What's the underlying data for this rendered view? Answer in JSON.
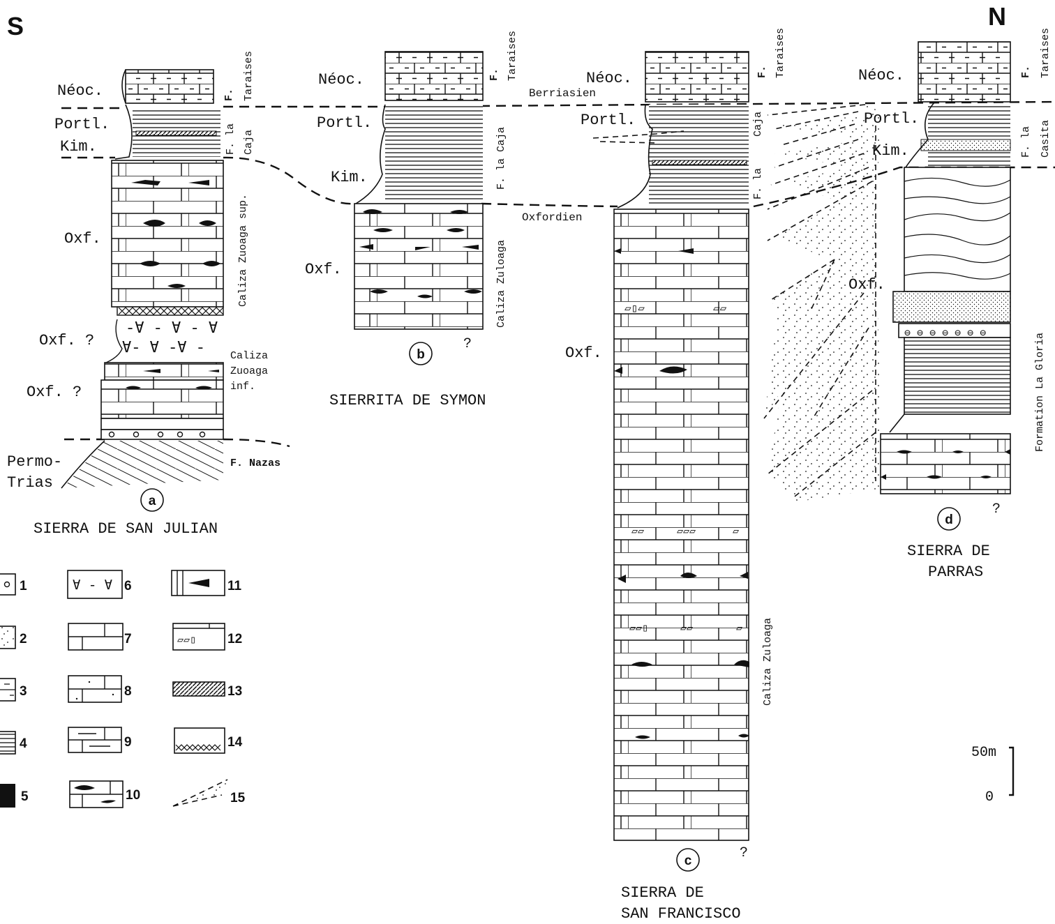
{
  "compass": {
    "south": "S",
    "north": "N"
  },
  "columns": {
    "a": {
      "letter": "a",
      "title": "SIERRA DE SAN JULIAN",
      "ages": [
        "Néoc.",
        "Portl.",
        "Kim.",
        "Oxf.",
        "Oxf. ?",
        "Oxf. ?",
        "Permo-",
        "Trias"
      ],
      "formations": [
        "F.",
        "Taraises",
        "F. la",
        "Caja",
        "Caliza Zuoaga sup.",
        "Caliza",
        "Zuoaga",
        "inf.",
        "F. Nazas"
      ]
    },
    "b": {
      "letter": "b",
      "title": "SIERRITA DE SYMON",
      "ages": [
        "Néoc.",
        "Portl.",
        "Kim.",
        "Oxf."
      ],
      "formations": [
        "F.",
        "Taraises",
        "Berriasien",
        "F. la Caja",
        "Oxfordien",
        "Caliza Zuloaga"
      ],
      "question": "?"
    },
    "c": {
      "letter": "c",
      "title_line1": "SIERRA DE",
      "title_line2": "SAN FRANCISCO",
      "ages": [
        "Néoc.",
        "Portl.",
        "Oxf."
      ],
      "formations": [
        "F.",
        "Taraises",
        "Caja",
        "F. la",
        "Caliza Zuloaga"
      ],
      "question": "?"
    },
    "d": {
      "letter": "d",
      "title_line1": "SIERRA DE",
      "title_line2": "PARRAS",
      "ages": [
        "Néoc.",
        "Portl.",
        "Kim.",
        "Oxf."
      ],
      "formations": [
        "F.",
        "Taraises",
        "F. la",
        "Casita",
        "Formation La Gloria"
      ],
      "question": "?"
    }
  },
  "legend": [
    "1",
    "2",
    "3",
    "4",
    "5",
    "6",
    "7",
    "8",
    "9",
    "10",
    "11",
    "12",
    "13",
    "14",
    "15"
  ],
  "scale": {
    "top": "50m",
    "bottom": "0"
  }
}
